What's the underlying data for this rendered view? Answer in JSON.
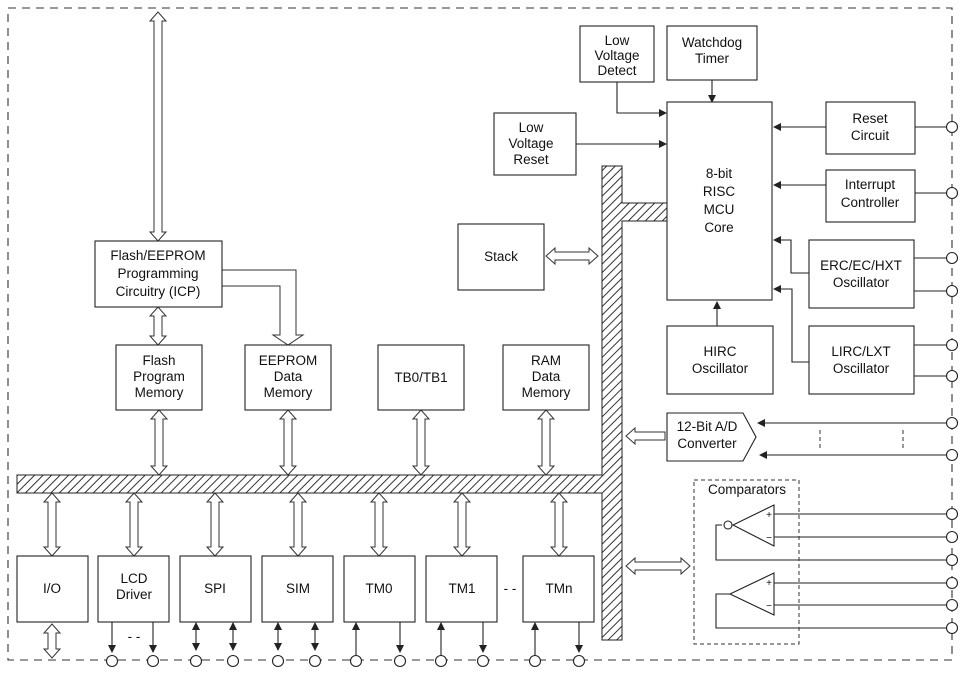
{
  "blocks": {
    "low_voltage_detect": [
      "Low",
      "Voltage",
      "Detect"
    ],
    "watchdog_timer": [
      "Watchdog",
      "Timer"
    ],
    "low_voltage_reset": [
      "Low",
      "Voltage",
      "Reset"
    ],
    "reset_circuit": [
      "Reset",
      "Circuit"
    ],
    "mcu_core": [
      "8-bit",
      "RISC",
      "MCU",
      "Core"
    ],
    "interrupt_controller": [
      "Interrupt",
      "Controller"
    ],
    "stack": [
      "Stack"
    ],
    "erc_oscillator": [
      "ERC/EC/HXT",
      "Oscillator"
    ],
    "hirc_oscillator": [
      "HIRC",
      "Oscillator"
    ],
    "lirc_oscillator": [
      "LIRC/LXT",
      "Oscillator"
    ],
    "flash_programming": [
      "Flash/EEPROM",
      "Programming",
      "Circuitry (ICP)"
    ],
    "flash_program_memory": [
      "Flash",
      "Program",
      "Memory"
    ],
    "eeprom_data_memory": [
      "EEPROM",
      "Data",
      "Memory"
    ],
    "tb0_tb1": [
      "TB0/TB1"
    ],
    "ram_data_memory": [
      "RAM",
      "Data",
      "Memory"
    ],
    "adc": [
      "12-Bit A/D",
      "Converter"
    ],
    "comparators": [
      "Comparators"
    ],
    "io": [
      "I/O"
    ],
    "lcd_driver": [
      "LCD",
      "Driver"
    ],
    "spi": [
      "SPI"
    ],
    "sim": [
      "SIM"
    ],
    "tm0": [
      "TM0"
    ],
    "tm1": [
      "TM1"
    ],
    "tmn": [
      "TMn"
    ]
  },
  "symbols": {
    "plus": "+",
    "minus": "−",
    "ellipsis": "- -"
  }
}
